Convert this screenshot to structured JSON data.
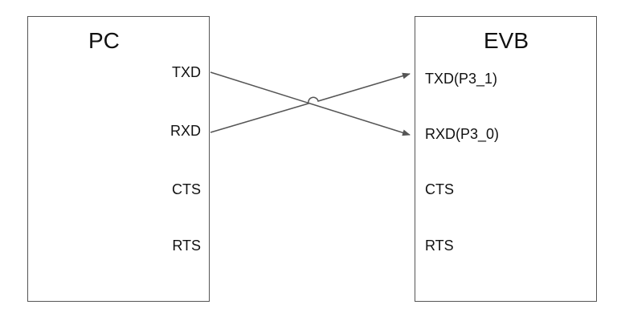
{
  "pc": {
    "title": "PC",
    "pins": [
      "TXD",
      "RXD",
      "CTS",
      "RTS"
    ]
  },
  "evb": {
    "title": "EVB",
    "pins": [
      "TXD(P3_1)",
      "RXD(P3_0)",
      "CTS",
      "RTS"
    ]
  },
  "connections": [
    {
      "from": "PC.TXD",
      "to": "EVB.RXD(P3_0)"
    },
    {
      "from": "PC.RXD",
      "to": "EVB.TXD(P3_1)"
    }
  ],
  "colors": {
    "box_border": "#555555",
    "wire": "#555555",
    "text": "#111111"
  }
}
